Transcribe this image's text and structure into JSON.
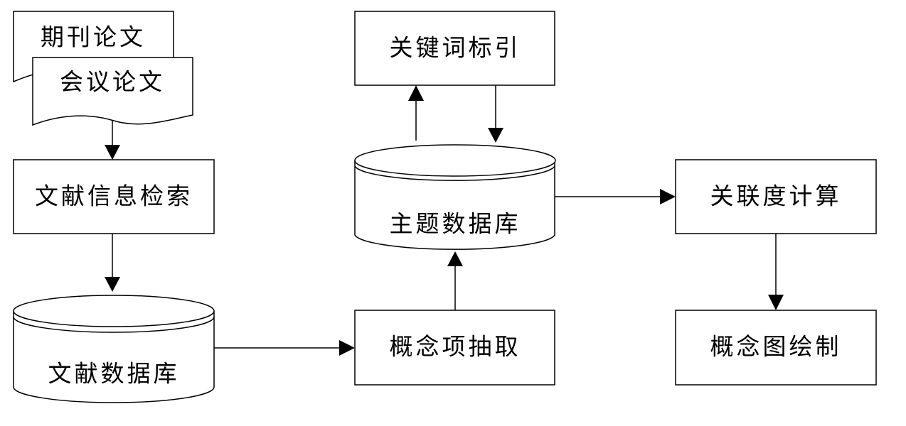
{
  "nodes": {
    "journal_paper": "期刊论文",
    "conference_paper": "会议论文",
    "literature_retrieval": "文献信息检索",
    "literature_database": "文献数据库",
    "concept_extraction": "概念项抽取",
    "topic_database": "主题数据库",
    "keyword_indexing": "关键词标引",
    "relevance_computation": "关联度计算",
    "concept_map_drawing": "概念图绘制"
  }
}
